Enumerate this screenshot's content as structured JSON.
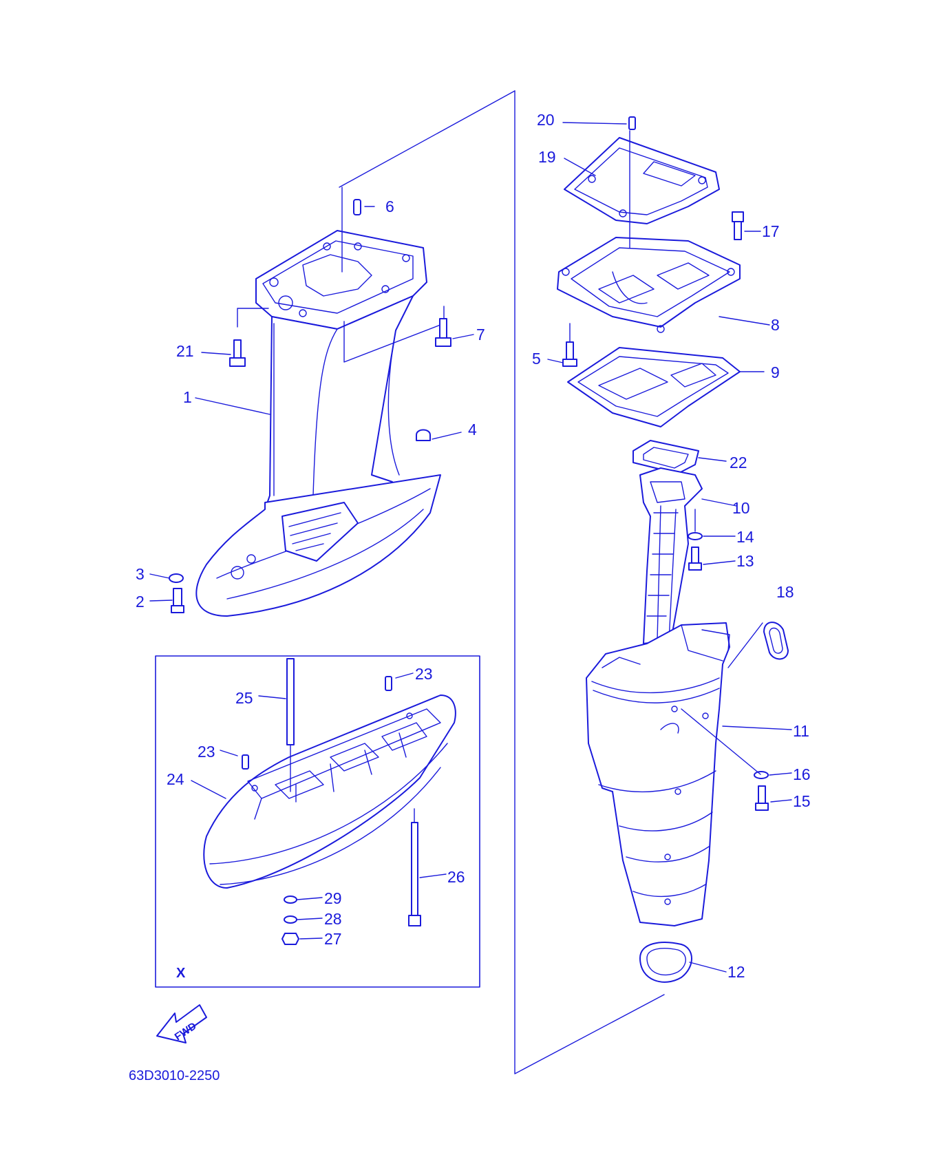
{
  "callouts": {
    "c1": "1",
    "c2": "2",
    "c3": "3",
    "c4": "4",
    "c5": "5",
    "c6": "6",
    "c7": "7",
    "c8": "8",
    "c9": "9",
    "c10": "10",
    "c11": "11",
    "c12": "12",
    "c13": "13",
    "c14": "14",
    "c15": "15",
    "c16": "16",
    "c17": "17",
    "c18": "18",
    "c19": "19",
    "c20": "20",
    "c21": "21",
    "c22": "22",
    "c23a": "23",
    "c23b": "23",
    "c24": "24",
    "c25": "25",
    "c26": "26",
    "c27": "27",
    "c28": "28",
    "c29": "29"
  },
  "inset_label": "X",
  "fwd_label": "FWD",
  "drawing_code": "63D3010-2250",
  "colors": {
    "line": "#1a1adb",
    "background": "#ffffff"
  }
}
